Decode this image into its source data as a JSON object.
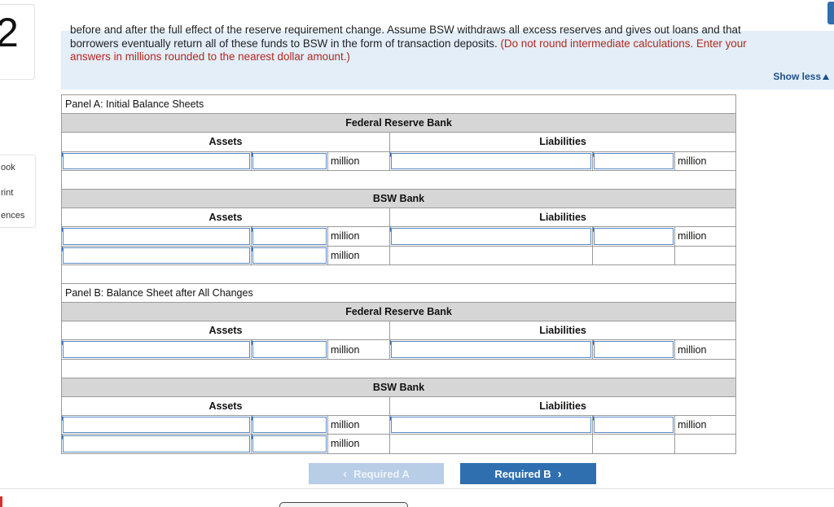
{
  "question": {
    "number": "2"
  },
  "side_menu": {
    "items": [
      "ook",
      "rint",
      "ences"
    ]
  },
  "banner": {
    "cut_line": "before and after the full effect of the reserve requirement change. Assume BSW withdraws all excess reserves and gives out loans and that",
    "line1_text": "borrowers eventually return all of these funds to BSW in the form of transaction deposits. ",
    "line1_hint": "(Do not round intermediate calculations. Enter your",
    "line2_hint": "answers in millions rounded to the nearest dollar amount.)",
    "show_less": "Show less"
  },
  "table": {
    "panel_a": "Panel A: Initial Balance Sheets",
    "panel_b": "Panel B: Balance Sheet after All Changes",
    "fed_bank": "Federal Reserve Bank",
    "bsw_bank": "BSW Bank",
    "assets": "Assets",
    "liabilities": "Liabilities",
    "unit": "million"
  },
  "nav": {
    "prev": "Required A",
    "next": "Required B"
  },
  "colors": {
    "accent": "#2f6fb0",
    "hint_red": "#b4271e",
    "banner_bg": "#e3eef9",
    "header_gray": "#d6d6d6"
  }
}
